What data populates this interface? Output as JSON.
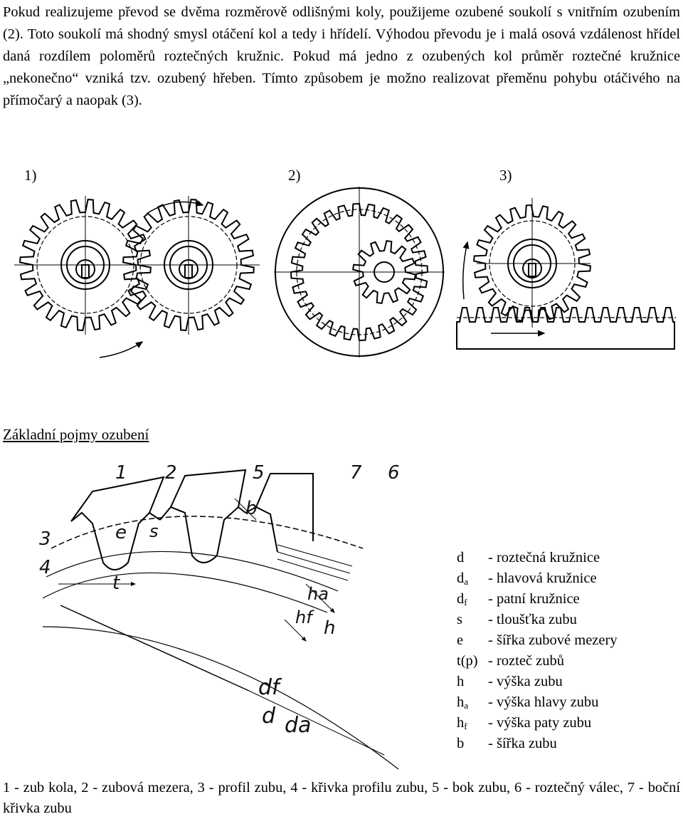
{
  "intro": "Pokud realizujeme převod se dvěma rozměrově odlišnými koly, použijeme ozubené soukolí s vnitřním ozubením (2). Toto soukolí má shodný smysl otáčení kol a tedy i hřídelí. Výhodou převodu je i malá osová vzdálenost hřídel daná rozdílem poloměrů roztečných kružnic. Pokud má jedno z ozubených kol průměr roztečné kružnice „nekonečno“ vzniká tzv. ozubený hřeben. Tímto způsobem je možno realizovat přeměnu pohybu otáčivého na přímočarý a naopak (3).",
  "figure_labels": [
    "1)",
    "2)",
    "3)"
  ],
  "section_heading": "Základní pojmy ozubení",
  "diagram_labels": {
    "n1": "1",
    "n2": "2",
    "n3": "3",
    "n4": "4",
    "n5": "5",
    "n6": "6",
    "n7": "7",
    "b": "b",
    "e": "e",
    "s": "s",
    "t": "t",
    "h": "h",
    "ha": "ha",
    "hf": "hf",
    "d": "d",
    "da": "da",
    "df": "df"
  },
  "legend": [
    {
      "sym": "d",
      "sub": "",
      "desc": "- roztečná kružnice"
    },
    {
      "sym": "d",
      "sub": "a",
      "desc": "- hlavová kružnice"
    },
    {
      "sym": "d",
      "sub": "f",
      "desc": "- patní kružnice"
    },
    {
      "sym": "s",
      "sub": "",
      "desc": "- tloušťka zubu"
    },
    {
      "sym": "e",
      "sub": "",
      "desc": "- šířka zubové mezery"
    },
    {
      "sym": "t(p)",
      "sub": "",
      "desc": "- rozteč zubů"
    },
    {
      "sym": "h",
      "sub": "",
      "desc": "- výška zubu"
    },
    {
      "sym": "h",
      "sub": "a",
      "desc": "- výška hlavy zubu"
    },
    {
      "sym": "h",
      "sub": "f",
      "desc": "- výška paty zubu"
    },
    {
      "sym": "b",
      "sub": "",
      "desc": "- šířka zubu"
    }
  ],
  "footnote": "1 - zub kola, 2 - zubová mezera, 3 - profil zubu, 4 - křivka profilu zubu, 5 - bok zubu, 6 - roztečný válec, 7 - boční křivka zubu"
}
